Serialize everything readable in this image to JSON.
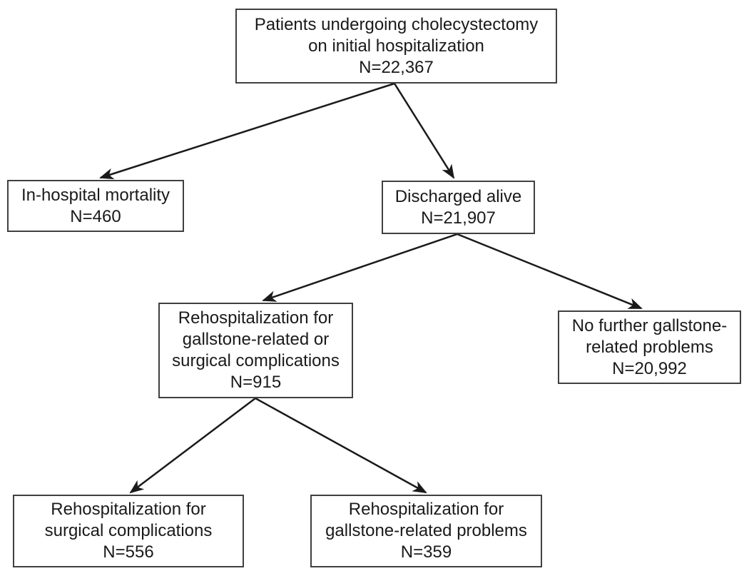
{
  "figure": {
    "type": "flowchart",
    "background_color": "#ffffff",
    "box_border_color": "#404040",
    "arrow_color": "#1a1a1a",
    "text_color": "#1a1a1a"
  },
  "nodes": [
    {
      "id": "initial",
      "label": "Patients undergoing cholecystectomy\non initial hospitalization\nN=22,367",
      "n": "22,367"
    },
    {
      "id": "mortality",
      "label": "In-hospital mortality\nN=460",
      "n": "460"
    },
    {
      "id": "discharged",
      "label": "Discharged alive\nN=21,907",
      "n": "21,907"
    },
    {
      "id": "rehosp-any",
      "label": "Rehospitalization for\ngallstone-related or\nsurgical complications\nN=915",
      "n": "915"
    },
    {
      "id": "no-further",
      "label": "No further gallstone-\nrelated problems\nN=20,992",
      "n": "20,992"
    },
    {
      "id": "rehosp-surgical",
      "label": "Rehospitalization for\nsurgical complications\nN=556",
      "n": "556"
    },
    {
      "id": "rehosp-gallstone",
      "label": "Rehospitalization for\ngallstone-related problems\nN=359",
      "n": "359"
    }
  ],
  "edges": [
    {
      "from": "initial",
      "to": "mortality"
    },
    {
      "from": "initial",
      "to": "discharged"
    },
    {
      "from": "discharged",
      "to": "rehosp-any"
    },
    {
      "from": "discharged",
      "to": "no-further"
    },
    {
      "from": "rehosp-any",
      "to": "rehosp-surgical"
    },
    {
      "from": "rehosp-any",
      "to": "rehosp-gallstone"
    }
  ]
}
